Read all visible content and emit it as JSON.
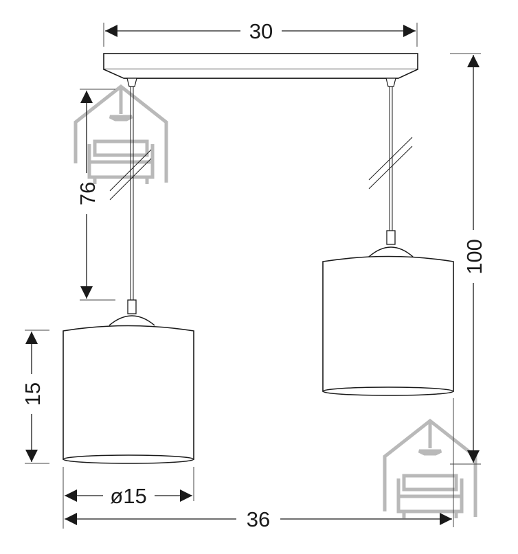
{
  "dimensions": {
    "top_width": "30",
    "total_height": "100",
    "cable_length": "76",
    "shade_height": "15",
    "shade_diameter": "ø15",
    "total_width": "36"
  },
  "colors": {
    "line": "#1a1a1a",
    "watermark": "#b9b9b9",
    "background": "#ffffff"
  },
  "watermark_icon": "house-with-lamp-and-sofa-icon"
}
